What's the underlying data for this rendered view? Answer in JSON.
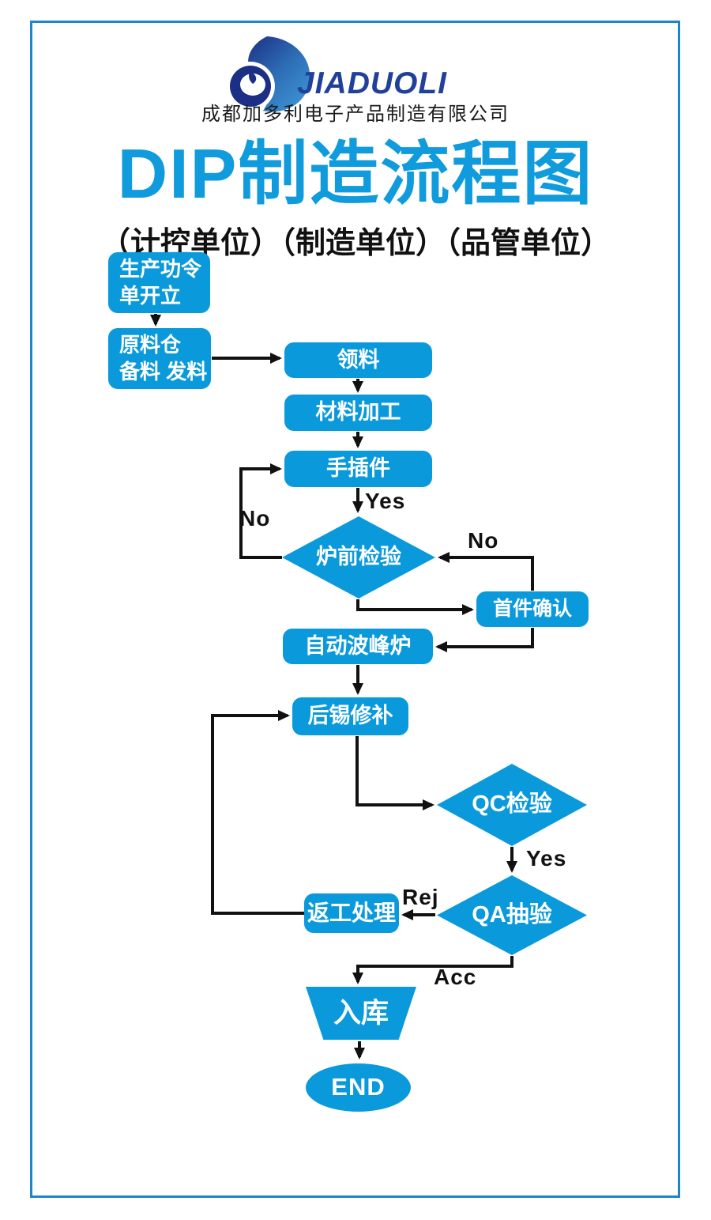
{
  "brand": {
    "logo_text": "JIADUOLI",
    "company_name": "成都加多利电子产品制造有限公司"
  },
  "header": {
    "title": "DIP制造流程图",
    "subtitle": "（计控单位）（制造单位）（品管单位）"
  },
  "colors": {
    "node_blue": "#0A9ADB",
    "title_blue": "#0F9BDC",
    "frame_blue": "#1D85C8",
    "logo_navy": "#21409A",
    "arrow_black": "#111111"
  },
  "nodes": {
    "work_order": {
      "line1": "生产功令",
      "line2": "单开立"
    },
    "material_prep": {
      "line1": "原料仓",
      "line2": "备料 发料"
    },
    "pick_material": {
      "label": "领料"
    },
    "material_processing": {
      "label": "材料加工"
    },
    "hand_insertion": {
      "label": "手插件"
    },
    "pre_solder_inspection": {
      "label": "炉前检验"
    },
    "first_article_confirmation": {
      "label": "首件确认"
    },
    "wave_soldering": {
      "label": "自动波峰炉"
    },
    "solder_touch_up": {
      "label": "后锡修补"
    },
    "qc_inspection": {
      "label": "QC检验"
    },
    "qa_sampling": {
      "label": "QA抽验"
    },
    "rework": {
      "label": "返工处理"
    },
    "warehousing": {
      "label": "入库"
    },
    "end": {
      "label": "END"
    }
  },
  "edge_labels": {
    "yes_pre_solder": "Yes",
    "no_left": "No",
    "no_right": "No",
    "yes_qa": "Yes",
    "rej": "Rej",
    "acc": "Acc"
  }
}
